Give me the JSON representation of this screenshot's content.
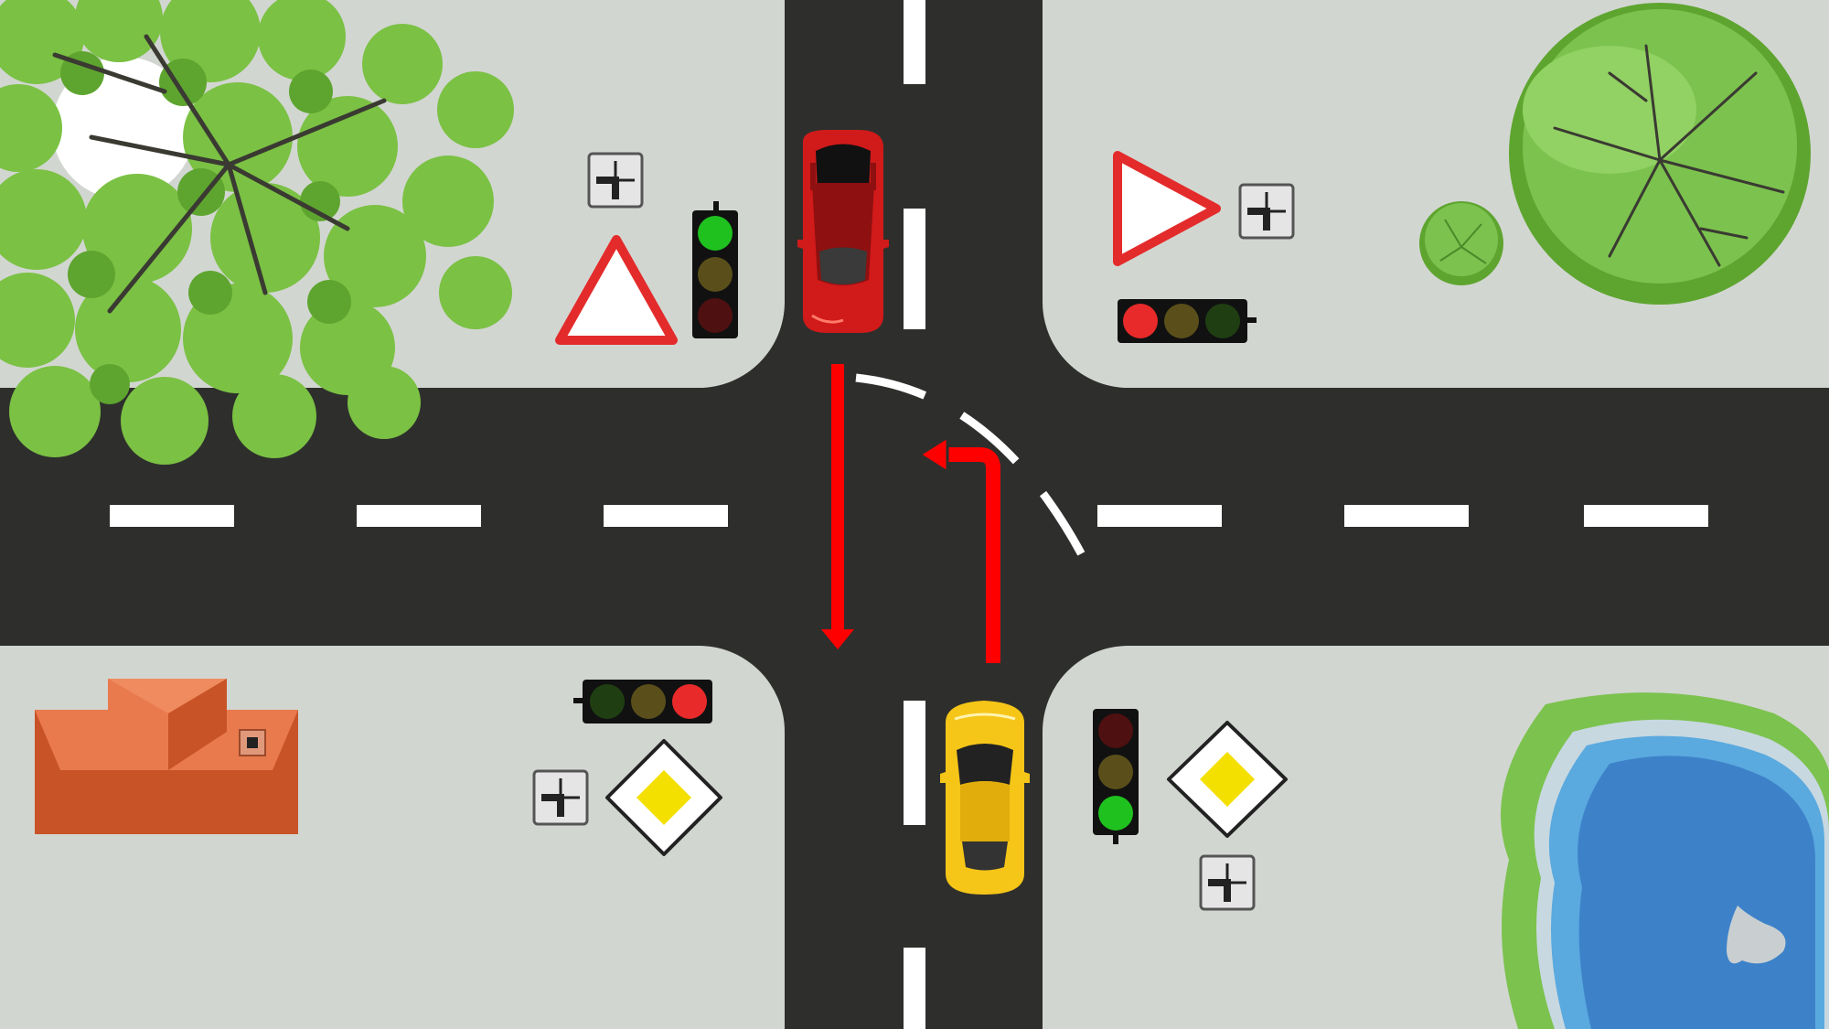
{
  "scene": {
    "colors": {
      "sidewalk": "#d2d6d1",
      "road": "#2e2f2c",
      "lane_marking": "#ffffff",
      "arrow": "#ff0000",
      "car_red": "#d11a1a",
      "car_yellow": "#f5c518",
      "roof_light": "#e87a4e",
      "roof_dark": "#c85326",
      "water": "#3d82c9",
      "grass": "#7cc24e",
      "tree_leaves": "#7bc144"
    },
    "signals": {
      "north_west": "green",
      "north_east": "red",
      "south_west": "red",
      "south_east": "green"
    },
    "signs": {
      "north_west": "yield-sign",
      "north_east": "yield-sign",
      "south_west": "priority-road-sign",
      "south_east": "priority-road-sign"
    },
    "icons": [
      "tree-icon",
      "round-tree-icon",
      "small-bush-icon",
      "house-roof-icon",
      "pond-icon",
      "traffic-light-icon",
      "yield-sign-icon",
      "priority-road-sign-icon",
      "main-road-direction-plate-icon",
      "red-car-icon",
      "yellow-car-icon",
      "straight-arrow-icon",
      "left-turn-arrow-icon"
    ]
  }
}
